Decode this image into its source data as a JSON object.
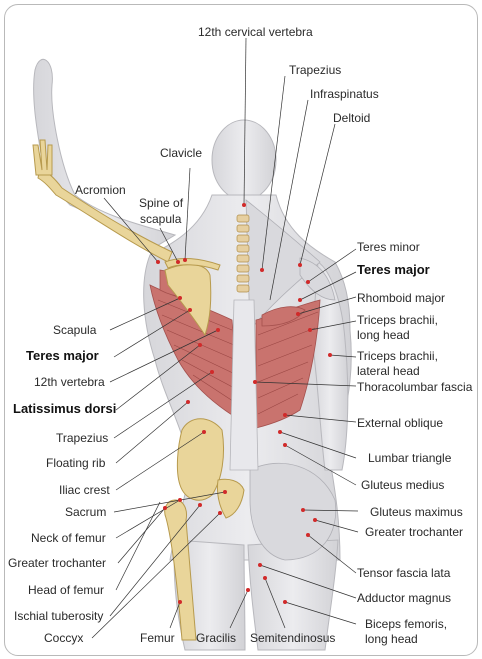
{
  "figure": {
    "colors": {
      "background": "#ffffff",
      "skin": "#e4e4e6",
      "skin_shade": "#c9c9cc",
      "bone": "#e9d59a",
      "bone_edge": "#b79a4d",
      "muscle": "#c9736e",
      "muscle_dark": "#a4504d",
      "leader_line": "#333333",
      "marker_dot": "#d12a2a"
    },
    "labels": {
      "cervical_vertebra": "12th cervical vertebra",
      "trapezius_top": "Trapezius",
      "infraspinatus": "Infraspinatus",
      "deltoid": "Deltoid",
      "clavicle": "Clavicle",
      "acromion": "Acromion",
      "spine_of_scapula_1": "Spine of",
      "spine_of_scapula_2": "scapula",
      "teres_minor": "Teres minor",
      "teres_major_right": "Teres major",
      "rhomboid_major": "Rhomboid major",
      "triceps_long_1": "Triceps brachii,",
      "triceps_long_2": "long head",
      "triceps_lateral_1": "Triceps brachii,",
      "triceps_lateral_2": "lateral head",
      "thoracolumbar_fascia": "Thoracolumbar fascia",
      "external_oblique": "External oblique",
      "lumbar_triangle": "Lumbar triangle",
      "gluteus_medius": "Gluteus medius",
      "gluteus_maximus": "Gluteus maximus",
      "greater_trochanter_right": "Greater trochanter",
      "tensor_fascia_lata": "Tensor fascia lata",
      "adductor_magnus": "Adductor magnus",
      "biceps_femoris_1": "Biceps femoris,",
      "biceps_femoris_2": "long head",
      "scapula": "Scapula",
      "teres_major_left": "Teres major",
      "twelfth_vertebra": "12th vertebra",
      "latissimus_dorsi": "Latissimus dorsi",
      "trapezius_left": "Trapezius",
      "floating_rib": "Floating rib",
      "iliac_crest": "Iliac crest",
      "sacrum": "Sacrum",
      "neck_of_femur": "Neck of femur",
      "greater_trochanter_left": "Greater trochanter",
      "head_of_femur": "Head of femur",
      "ischial_tuberosity": "Ischial tuberosity",
      "coccyx": "Coccyx",
      "femur": "Femur",
      "gracilis": "Gracilis",
      "semitendinosus": "Semitendinosus"
    }
  }
}
